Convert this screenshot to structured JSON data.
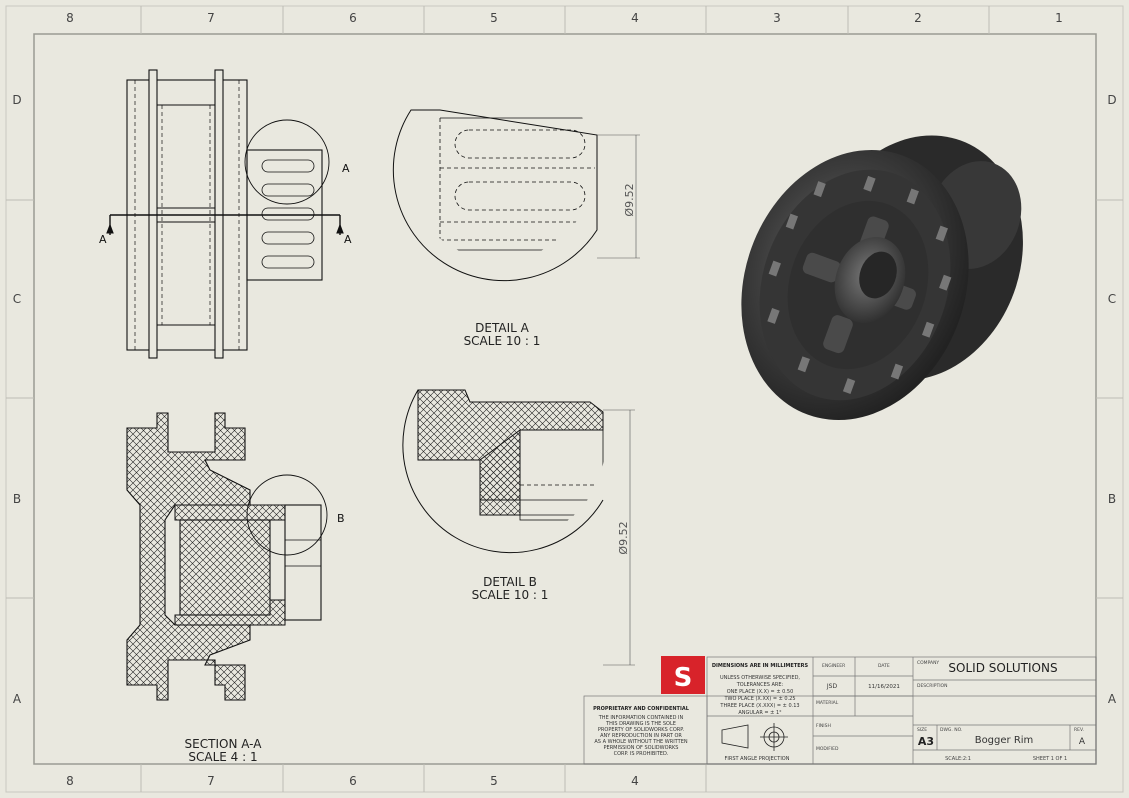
{
  "sheet": {
    "zone_columns": [
      "8",
      "7",
      "6",
      "5",
      "4",
      "3",
      "2",
      "1"
    ],
    "zone_rows": [
      "D",
      "C",
      "B",
      "A"
    ],
    "background_color": "#e9e8df",
    "line_color": "#111111"
  },
  "views": {
    "section_label": "A",
    "detail_a_circle_label": "A",
    "detail_b_circle_label": "B",
    "section_title": "SECTION A-A",
    "section_scale": "SCALE 4 : 1",
    "detail_a_title": "DETAIL A",
    "detail_a_scale": "SCALE 10 : 1",
    "detail_b_title": "DETAIL B",
    "detail_b_scale": "SCALE 10 : 1",
    "detail_a_dimension": "Ø9.52",
    "detail_b_dimension": "Ø9.52"
  },
  "title_block": {
    "logo_letter": "S",
    "logo_color": "#d8232a",
    "dimensions_note": "DIMENSIONS ARE IN MILLIMETERS",
    "tolerances": [
      "UNLESS OTHERWISE SPECIFIED,",
      "TOLERANCES ARE:",
      "ONE PLACE (X.X) = ± 0.50",
      "TWO PLACE (X.XX) = ± 0.25",
      "THREE PLACE (X.XXX) = ± 0.13",
      "ANGULAR = ± 1°"
    ],
    "proprietary_heading": "PROPRIETARY AND CONFIDENTIAL",
    "proprietary_text": [
      "THE INFORMATION CONTAINED IN",
      "THIS DRAWING IS THE SOLE",
      "PROPERTY OF SOLIDWORKS CORP.",
      "ANY REPRODUCTION IN PART OR",
      "AS A WHOLE WITHOUT THE WRITTEN",
      "PERMISSION OF SOLIDWORKS",
      "CORP. IS PROHIBITED."
    ],
    "projection_label": "FIRST ANGLE PROJECTION",
    "engineer_label": "ENGINEER",
    "engineer_value": "JSD",
    "date_label": "DATE",
    "date_value": "11/16/2021",
    "material_label": "MATERIAL",
    "finish_label": "FINISH",
    "modified_label": "MODIFIED",
    "company_label": "COMPANY",
    "company_value": "SOLID SOLUTIONS",
    "description_label": "DESCRIPTION",
    "size_label": "SIZE",
    "size_value": "A3",
    "dwg_label": "DWG. NO.",
    "dwg_value": "Bogger Rim",
    "rev_label": "REV.",
    "rev_value": "A",
    "scale_text": "SCALE:2:1",
    "sheet_text": "SHEET 1 OF 1"
  }
}
